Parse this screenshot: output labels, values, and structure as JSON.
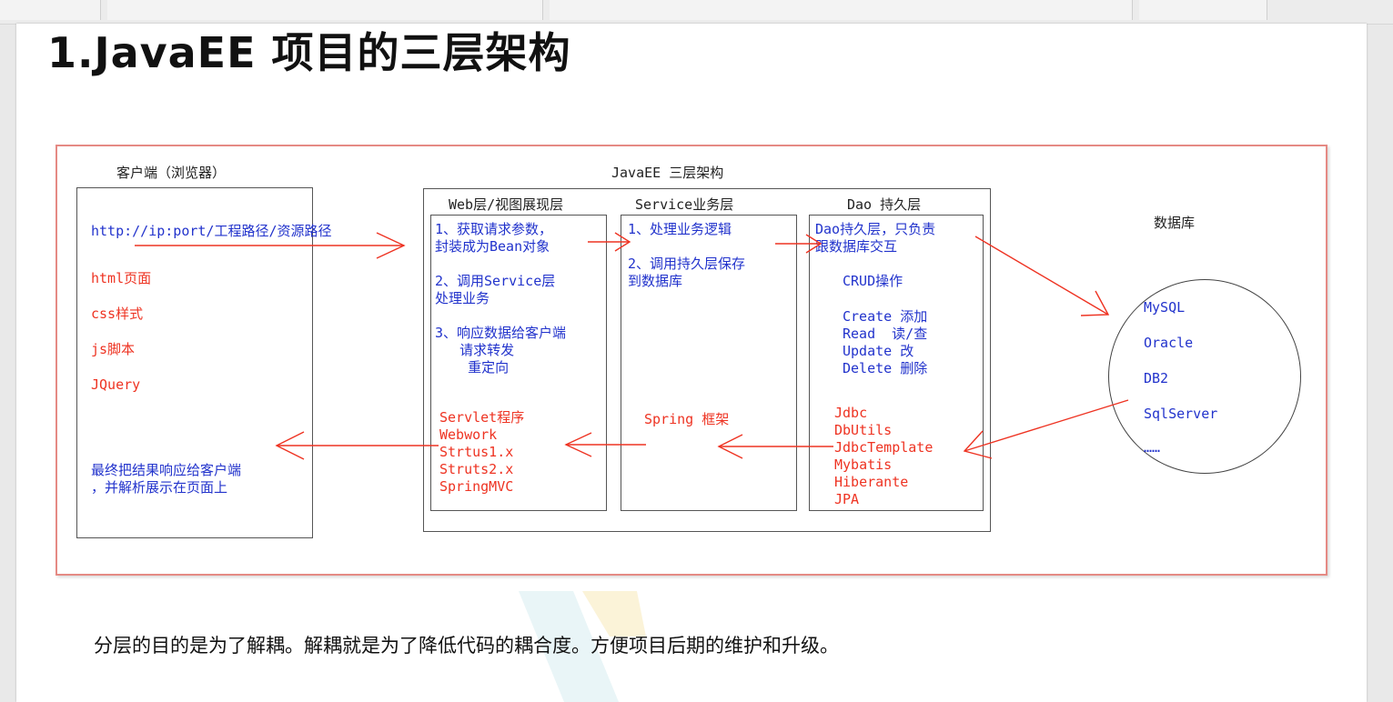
{
  "heading": "1.JavaEE 项目的三层架构",
  "diagram": {
    "client_title": "客户端（浏览器）",
    "javaee_title": "JavaEE 三层架构",
    "database_title": "数据库",
    "client": {
      "url": "http://ip:port/工程路径/资源路径",
      "items": [
        "html页面",
        "css样式",
        "js脚本",
        "JQuery"
      ],
      "response": "最终把结果响应给客户端\n，并解析展示在页面上"
    },
    "web": {
      "header": "Web层/视图展现层",
      "tasks": "1、获取请求参数，\n封装成为Bean对象\n\n2、调用Service层\n处理业务\n\n3、响应数据给客户端\n   请求转发\n    重定向",
      "tech": "Servlet程序\nWebwork\nStrtus1.x\nStruts2.x\nSpringMVC"
    },
    "service": {
      "header": "Service业务层",
      "tasks": "1、处理业务逻辑\n\n2、调用持久层保存\n到数据库",
      "tech": "Spring 框架"
    },
    "dao": {
      "header": "Dao 持久层",
      "tasks": "Dao持久层，只负责\n跟数据库交互",
      "crud_title": "CRUD操作",
      "crud": "Create 添加\nRead  读/查\nUpdate 改\nDelete 删除",
      "tech": "Jdbc\nDbUtils\nJdbcTemplate\nMybatis\nHiberante\nJPA"
    },
    "db_items": [
      "MySQL",
      "Oracle",
      "DB2",
      "SqlServer",
      "……"
    ]
  },
  "caption": "分层的目的是为了解耦。解耦就是为了降低代码的耦合度。方便项目后期的维护和升级。",
  "colors": {
    "frame": "#e58a84",
    "arrow": "#ee3322",
    "blue_text": "#2233cc",
    "red_text": "#ee3322"
  }
}
